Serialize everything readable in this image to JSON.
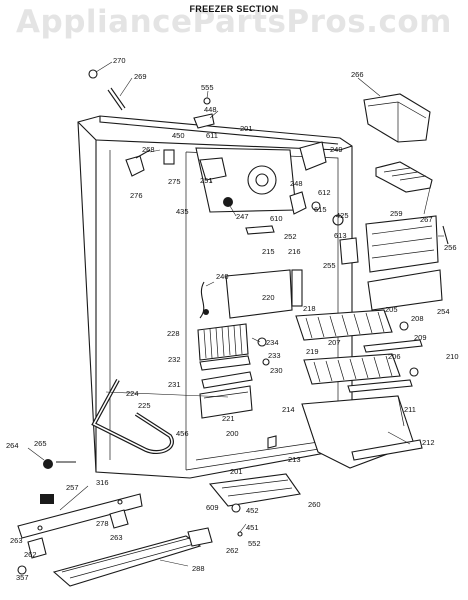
{
  "header": {
    "watermark": "AppliancePartsPros.com",
    "section_title": "FREEZER SECTION"
  },
  "callouts": [
    "270",
    "269",
    "555",
    "266",
    "448",
    "450",
    "611",
    "201",
    "268",
    "249",
    "251",
    "275",
    "276",
    "248",
    "612",
    "615",
    "610",
    "435",
    "247",
    "425",
    "259",
    "256",
    "267",
    "252",
    "613",
    "215",
    "216",
    "255",
    "240",
    "254",
    "220",
    "218",
    "205",
    "208",
    "228",
    "234",
    "207",
    "209",
    "210",
    "233",
    "219",
    "232",
    "230",
    "206",
    "231",
    "224",
    "225",
    "221",
    "456",
    "200",
    "214",
    "211",
    "212",
    "264",
    "265",
    "213",
    "201",
    "257",
    "316",
    "609",
    "452",
    "260",
    "278",
    "263",
    "451",
    "552",
    "263",
    "262",
    "262",
    "357",
    "288"
  ]
}
